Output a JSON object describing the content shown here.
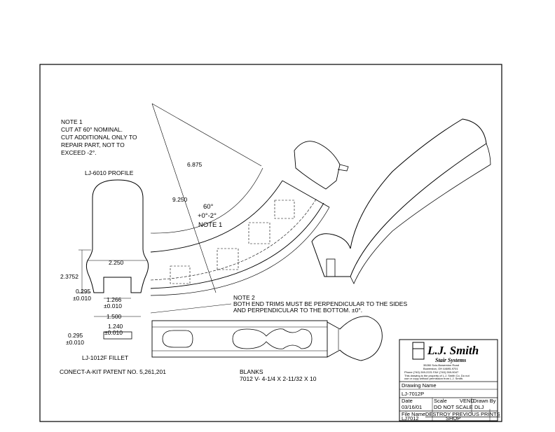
{
  "notes": {
    "note1": [
      "NOTE 1",
      "CUT AT 60° NOMINAL.",
      "CUT ADDITIONAL ONLY TO",
      "REPAIR PART, NOT TO",
      "EXCEED -2°."
    ],
    "note2": [
      "NOTE 2",
      "BOTH END TRIMS MUST BE PERPENDICULAR TO THE SIDES",
      "AND PERPENDICULAR TO THE BOTTOM. ±0°."
    ],
    "patent": "CONECT-A-KIT PATENT NO. 5,261,201",
    "blanks": [
      "BLANKS",
      "7012 V-    4-1/4 X 2-11/32 X 10"
    ]
  },
  "profile": {
    "title": "LJ-6010 PROFILE",
    "fillet": "LJ-1012F FILLET",
    "dims": {
      "width": "2.250",
      "height": "2.3752",
      "groove_top": "1.266",
      "groove_top_tol": "±0.010",
      "groove_depth": "0.295",
      "groove_depth_tol": "±0.010",
      "bottom_width": "1.500",
      "fillet_width": "1.240",
      "fillet_width_tol": "±0.010",
      "fillet_height": "0.295",
      "fillet_height_tol": "±0.010"
    }
  },
  "arc": {
    "r_inner": "6.875",
    "r_outer": "9.250",
    "angle": "60°",
    "angle_tol": "+0°-2°",
    "angle_note": "NOTE 1"
  },
  "titleblock": {
    "company": "L.J. Smith",
    "company_sub": "Stair Systems",
    "address1": "35280 Scio-Bowerston Road",
    "address2": "Bowerston, OH 44695-9701",
    "phone": "Phone (740) 269-2221    FAX (740) 269-9047",
    "legal1": "This drawing is the property of L.J. Smith Co. Do not",
    "legal2": "use or copy without permission from L.J. Smith.",
    "drawing_name_label": "Drawing Name",
    "drawing_name": "LJ-7012P",
    "date_label": "Date",
    "date": "03/16/01",
    "scale_label": "Scale",
    "scale": "DO NOT SCALE",
    "vend_label": "VEND",
    "drawn_by_label": "Drawn By",
    "drawn_by": "DLJ",
    "file_name_label": "File Name",
    "file_name": "LJ7012",
    "destroy": "DESTROY PREVIOUS PRINTS",
    "shop": "SHOP"
  }
}
